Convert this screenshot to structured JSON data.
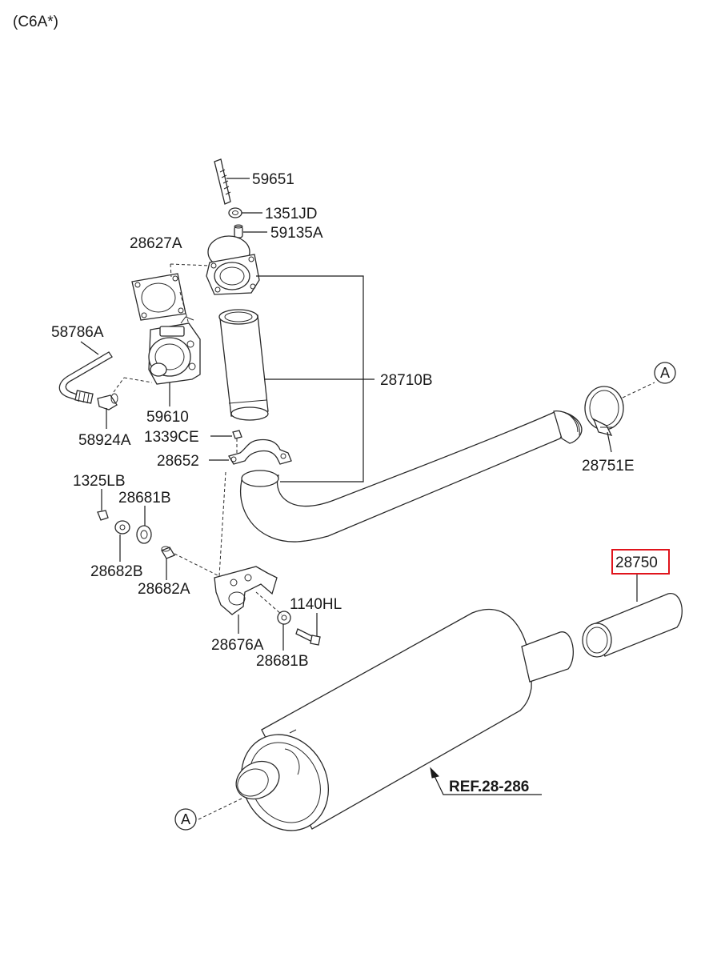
{
  "header": {
    "variant": "(C6A*)"
  },
  "highlight_color": "#e0141c",
  "parts": {
    "p59651": "59651",
    "p1351JD": "1351JD",
    "p59135A": "59135A",
    "p28627A": "28627A",
    "p58786A": "58786A",
    "p59610": "59610",
    "p58924A": "58924A",
    "p1339CE": "1339CE",
    "p28652": "28652",
    "p28710B": "28710B",
    "p28751E": "28751E",
    "p1325LB": "1325LB",
    "p28681B_top": "28681B",
    "p28682B": "28682B",
    "p28682A": "28682A",
    "p1140HL": "1140HL",
    "p28676A": "28676A",
    "p28681B_bottom": "28681B",
    "p28750": "28750"
  },
  "connectors": {
    "a_top": "A",
    "a_bottom": "A"
  },
  "reference": {
    "ref_text": "REF.28-286"
  }
}
